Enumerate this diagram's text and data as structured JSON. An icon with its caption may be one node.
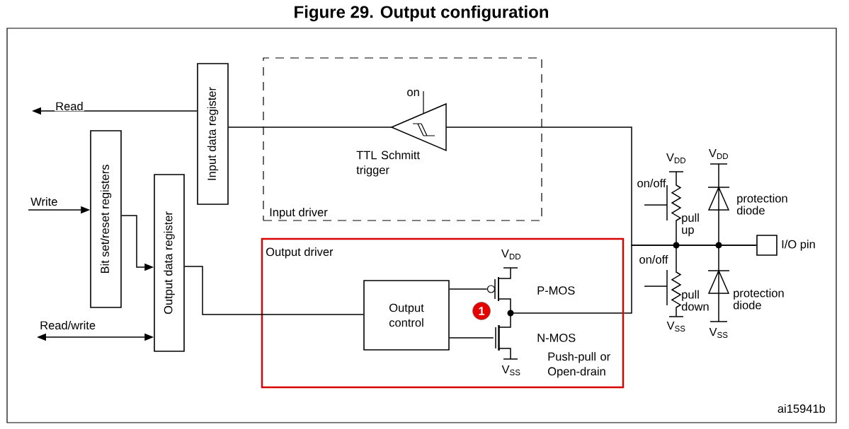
{
  "diagram": {
    "title": "Figure 29. Output configuration",
    "nodes": [
      {
        "text": [
          "Input data register"
        ]
      },
      {
        "text": [
          "Bit set/reset registers"
        ]
      },
      {
        "text": [
          "Output data register"
        ]
      },
      {
        "text": [
          "Input driver"
        ]
      },
      {
        "text": [],
        "shape": "triangle",
        "in": 3,
        "beside": [
          "on",
          "TTL Schmitt trigger"
        ]
      },
      {
        "text": [
          "Output driver",
          "Push-pull or Open-drain"
        ]
      },
      {
        "text": [
          "Output control"
        ],
        "in": 5
      },
      {
        "text": [],
        "shape": "box",
        "beside": [
          "I/O pin"
        ]
      },
      {
        "text": [],
        "shape": "transistor",
        "in": 5,
        "beside": [
          "P-MOS"
        ]
      },
      {
        "text": [],
        "shape": "transistor",
        "in": 5,
        "beside": [
          "N-MOS"
        ]
      }
    ],
    "edges": [
      {
        "from": 0,
        "to": null,
        "arrow": "to",
        "label": "Read"
      },
      {
        "from": null,
        "to": 1,
        "arrow": "to",
        "label": "Write"
      },
      {
        "from": 1,
        "to": 2,
        "arrow": "to"
      },
      {
        "from": null,
        "to": 2,
        "arrow": "both",
        "label": "Read/write"
      },
      {
        "from": 4,
        "to": 0,
        "arrow": "none"
      },
      {
        "from": 2,
        "to": 6,
        "arrow": "none"
      },
      {
        "from": 5,
        "to": 7,
        "arrow": "none"
      },
      {
        "from": 7,
        "to": 4,
        "arrow": "none"
      },
      {
        "from": 6,
        "to": 8,
        "arrow": "none"
      },
      {
        "from": 6,
        "to": 9,
        "arrow": "none"
      }
    ],
    "labels": [
      "V$_{DD}$",
      "V$_{DD}$",
      "on/off",
      "protection diode",
      "pull up",
      "V$_{DD}$",
      "on/off",
      "protection diode",
      "pull down",
      "1",
      "V$_{SS}$",
      "V$_{SS}$",
      "V$_{SS}$",
      "ai15941b"
    ]
  }
}
